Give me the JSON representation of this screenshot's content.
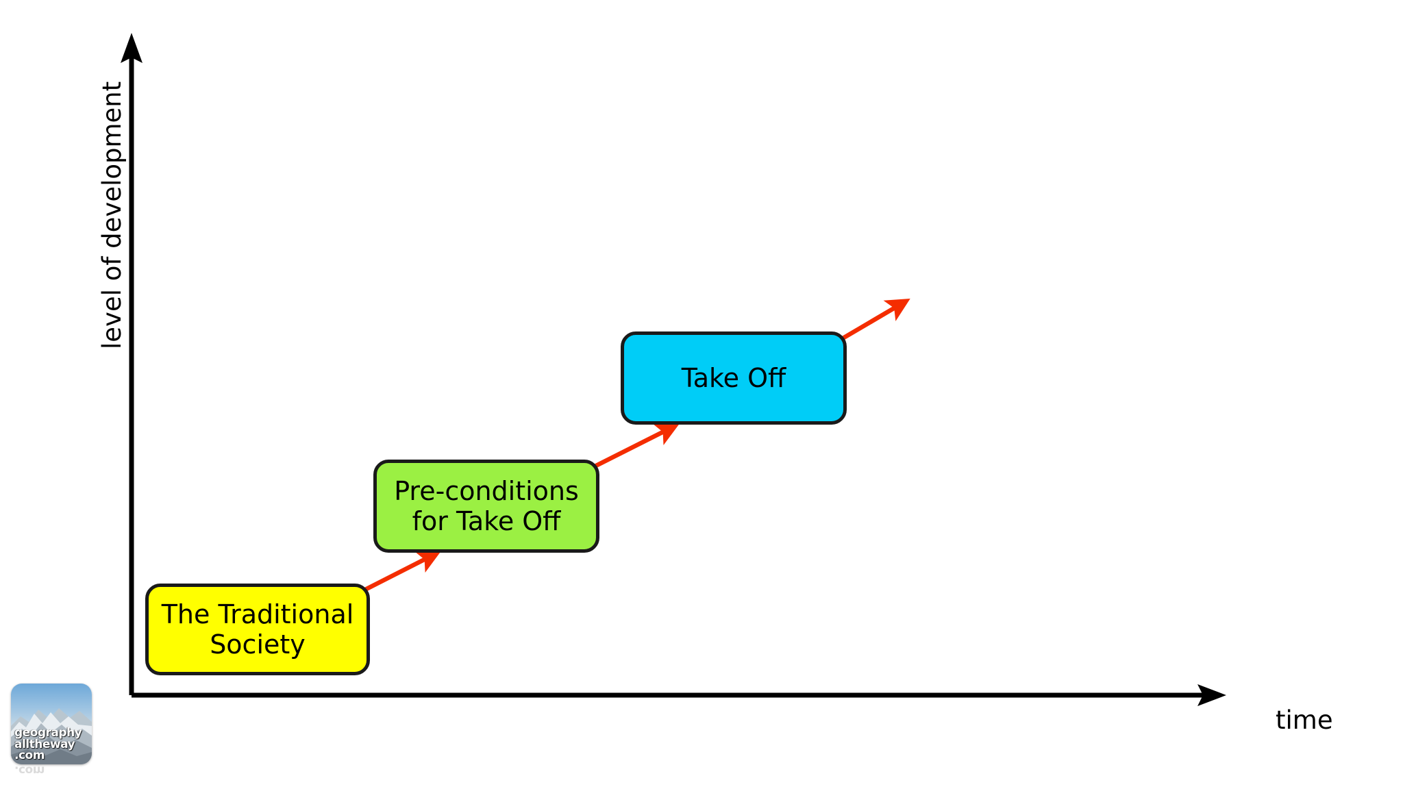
{
  "diagram": {
    "type": "rostow-stages-of-growth",
    "axes": {
      "y_label": "level of development",
      "x_label": "time",
      "axis_color": "#000000"
    },
    "stages": [
      {
        "id": "traditional-society",
        "label": "The Traditional Society",
        "line1": "The Traditional",
        "line2": "Society",
        "color": "#ffff00",
        "order": 1
      },
      {
        "id": "preconditions-for-take-off",
        "label": "Pre-conditions for Take Off",
        "line1": "Pre-conditions",
        "line2": "for Take Off",
        "color": "#9bf043",
        "order": 2
      },
      {
        "id": "take-off",
        "label": "Take Off",
        "line1": "Take Off",
        "line2": "",
        "color": "#00cdf7",
        "order": 3
      }
    ],
    "arrow_color": "#f42d00",
    "arrows": [
      {
        "id": "arrow-traditional-to-preconditions",
        "from": "traditional-society",
        "to": "preconditions-for-take-off"
      },
      {
        "id": "arrow-preconditions-to-takeoff",
        "from": "preconditions-for-take-off",
        "to": "take-off"
      },
      {
        "id": "arrow-takeoff-onward",
        "from": "take-off",
        "to": ""
      }
    ]
  },
  "watermark": {
    "line1": "geography",
    "line2": "alltheway",
    "line3": ".com",
    "alt": "geography alltheway .com mountain logo"
  }
}
